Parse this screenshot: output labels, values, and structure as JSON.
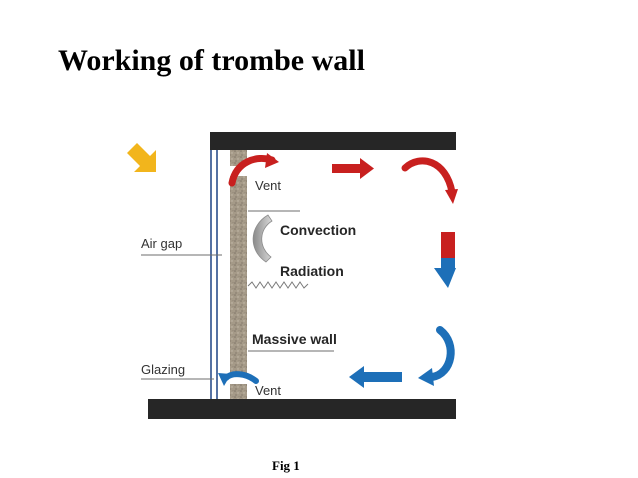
{
  "slide": {
    "title": "Working of trombe wall",
    "caption": "Fig 1"
  },
  "diagram": {
    "labels": {
      "vent_top": "Vent",
      "vent_bottom": "Vent",
      "convection": "Convection",
      "radiation": "Radiation",
      "massive_wall": "Massive wall",
      "air_gap": "Air gap",
      "glazing": "Glazing"
    },
    "icons": {
      "sun_ray": "sun-ray-arrow-icon",
      "warm_flow": "red-arrow-icon",
      "cool_flow": "blue-arrow-icon"
    },
    "colors": {
      "sun": "#f2b51c",
      "warm_air": "#c8201f",
      "cool_air": "#1d6fb8",
      "wall": "#a59a88",
      "structure": "#262626",
      "glazing": "#2b4e8c"
    }
  }
}
